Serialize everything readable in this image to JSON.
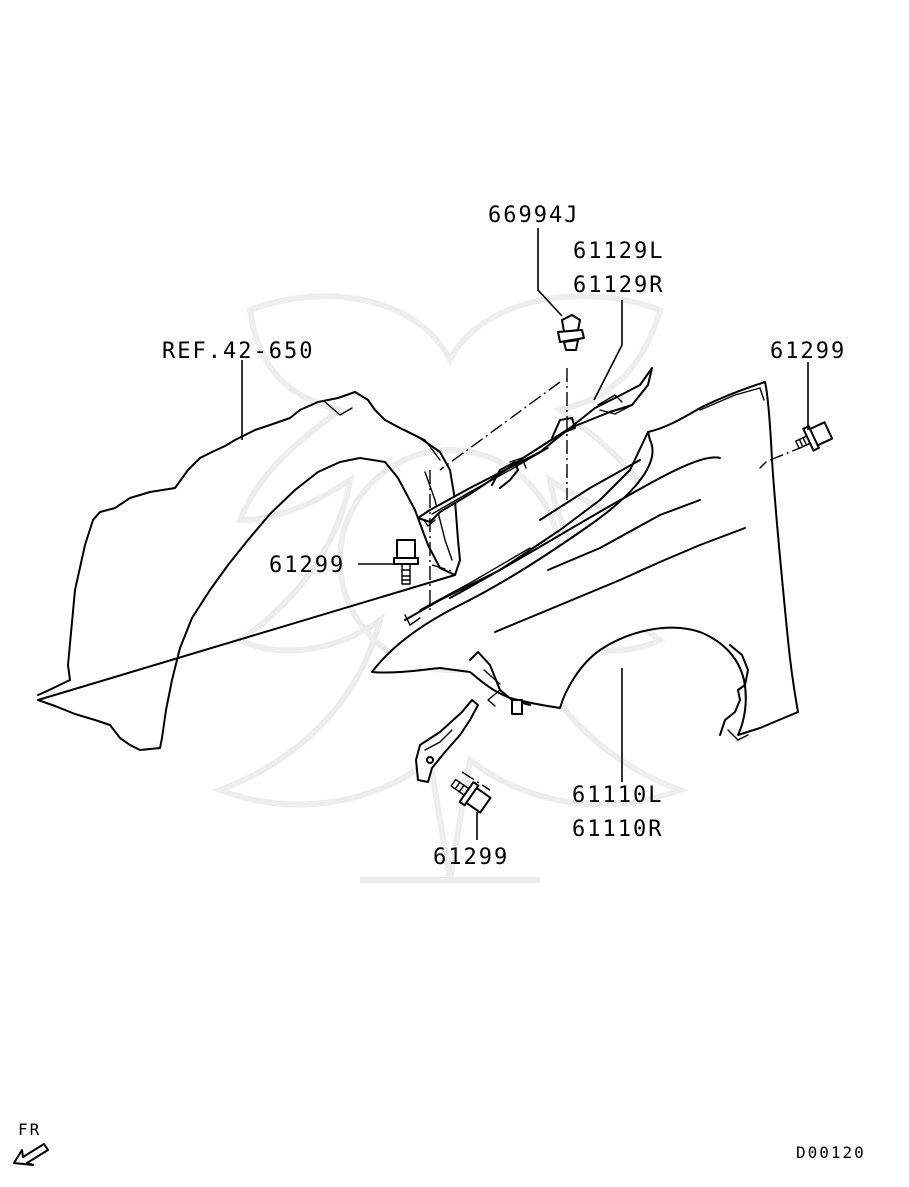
{
  "diagram": {
    "labels": {
      "clip_66994J": "66994J",
      "guard_61129L": "61129L",
      "guard_61129R": "61129R",
      "ref_liner": "REF.42-650",
      "bolt_right": "61299",
      "bolt_left": "61299",
      "bolt_bottom": "61299",
      "fender_61110L": "61110L",
      "fender_61110R": "61110R"
    },
    "footer": {
      "direction_label": "FR",
      "diagram_code": "D00120"
    },
    "icons": {
      "direction_arrow": "front-direction-arrow-icon",
      "watermark": "samurai-helmet-watermark-icon"
    },
    "colors": {
      "line": "#000000",
      "background": "#ffffff",
      "watermark": "#ececec"
    }
  }
}
